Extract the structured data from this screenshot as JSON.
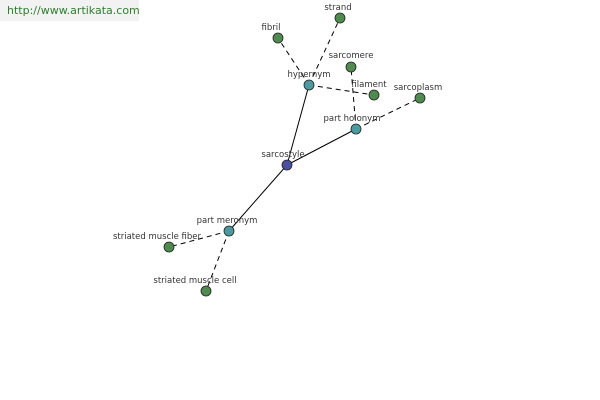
{
  "watermark": "http://www.artikata.com",
  "colors": {
    "root": "#4a4fa3",
    "relation": "#4a9aa0",
    "leaf": "#4f8a4f",
    "edge": "#000000"
  },
  "graph": {
    "nodes": [
      {
        "id": "sarcostyle",
        "label": "sarcostyle",
        "kind": "root"
      },
      {
        "id": "hypernym",
        "label": "hypernym",
        "kind": "relation"
      },
      {
        "id": "part-holonym",
        "label": "part holonym",
        "kind": "relation"
      },
      {
        "id": "part-meronym",
        "label": "part meronym",
        "kind": "relation"
      },
      {
        "id": "fibril",
        "label": "fibril",
        "kind": "leaf"
      },
      {
        "id": "strand",
        "label": "strand",
        "kind": "leaf"
      },
      {
        "id": "sarcomere",
        "label": "sarcomere",
        "kind": "leaf"
      },
      {
        "id": "filament",
        "label": "filament",
        "kind": "leaf"
      },
      {
        "id": "sarcoplasm",
        "label": "sarcoplasm",
        "kind": "leaf"
      },
      {
        "id": "striated-muscle-fiber",
        "label": "striated muscle fiber",
        "kind": "leaf"
      },
      {
        "id": "striated-muscle-cell",
        "label": "striated muscle cell",
        "kind": "leaf"
      }
    ],
    "edges": [
      {
        "from": "sarcostyle",
        "to": "hypernym",
        "style": "solid"
      },
      {
        "from": "sarcostyle",
        "to": "part-holonym",
        "style": "solid"
      },
      {
        "from": "sarcostyle",
        "to": "part-meronym",
        "style": "solid"
      },
      {
        "from": "hypernym",
        "to": "fibril",
        "style": "dashed"
      },
      {
        "from": "hypernym",
        "to": "strand",
        "style": "dashed"
      },
      {
        "from": "hypernym",
        "to": "filament",
        "style": "dashed"
      },
      {
        "from": "part-holonym",
        "to": "sarcomere",
        "style": "dashed"
      },
      {
        "from": "part-holonym",
        "to": "sarcoplasm",
        "style": "dashed"
      },
      {
        "from": "part-meronym",
        "to": "striated-muscle-fiber",
        "style": "dashed"
      },
      {
        "from": "part-meronym",
        "to": "striated-muscle-cell",
        "style": "dashed"
      }
    ]
  }
}
